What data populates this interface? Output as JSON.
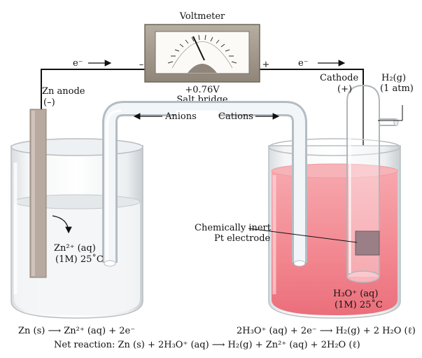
{
  "title": "Voltmeter",
  "voltage": "+0.76V",
  "salt_bridge": "Salt bridge",
  "minus_terminal": "–",
  "plus_terminal": "+",
  "electron_left": "e⁻",
  "electron_right": "e⁻",
  "anode_label": "Zn anode",
  "anode_sign": "(–)",
  "cathode_label": "Cathode",
  "cathode_sign": "(+)",
  "h2_label": "H₂(g)",
  "h2_pressure": "(1 atm)",
  "anions": "Anions",
  "cations": "Cations",
  "zn_solution": "Zn²⁺ (aq)",
  "zn_conditions": "(1M) 25˚C",
  "inert_line1": "Chemically inert",
  "inert_line2": "Pt electrode",
  "h3o_solution": "H₃O⁺ (aq)",
  "h3o_conditions": "(1M) 25˚C",
  "anode_reaction": "Zn (s) ⟶ Zn²⁺ (aq) + 2e⁻",
  "cathode_reaction": "2H₃O⁺ (aq) + 2e⁻ ⟶ H₂(g) + 2 H₂O (ℓ)",
  "net_reaction": "Net reaction: Zn (s) + 2H₃O⁺ (aq) ⟶ H₂(g) + Zn²⁺ (aq) + 2H₂O (ℓ)",
  "colors": {
    "acid_solution": "#f08a92",
    "electrode_zn": "#b9aaa0",
    "electrode_pt": "#9a7f86",
    "meter_frame": "#a39a8e"
  }
}
